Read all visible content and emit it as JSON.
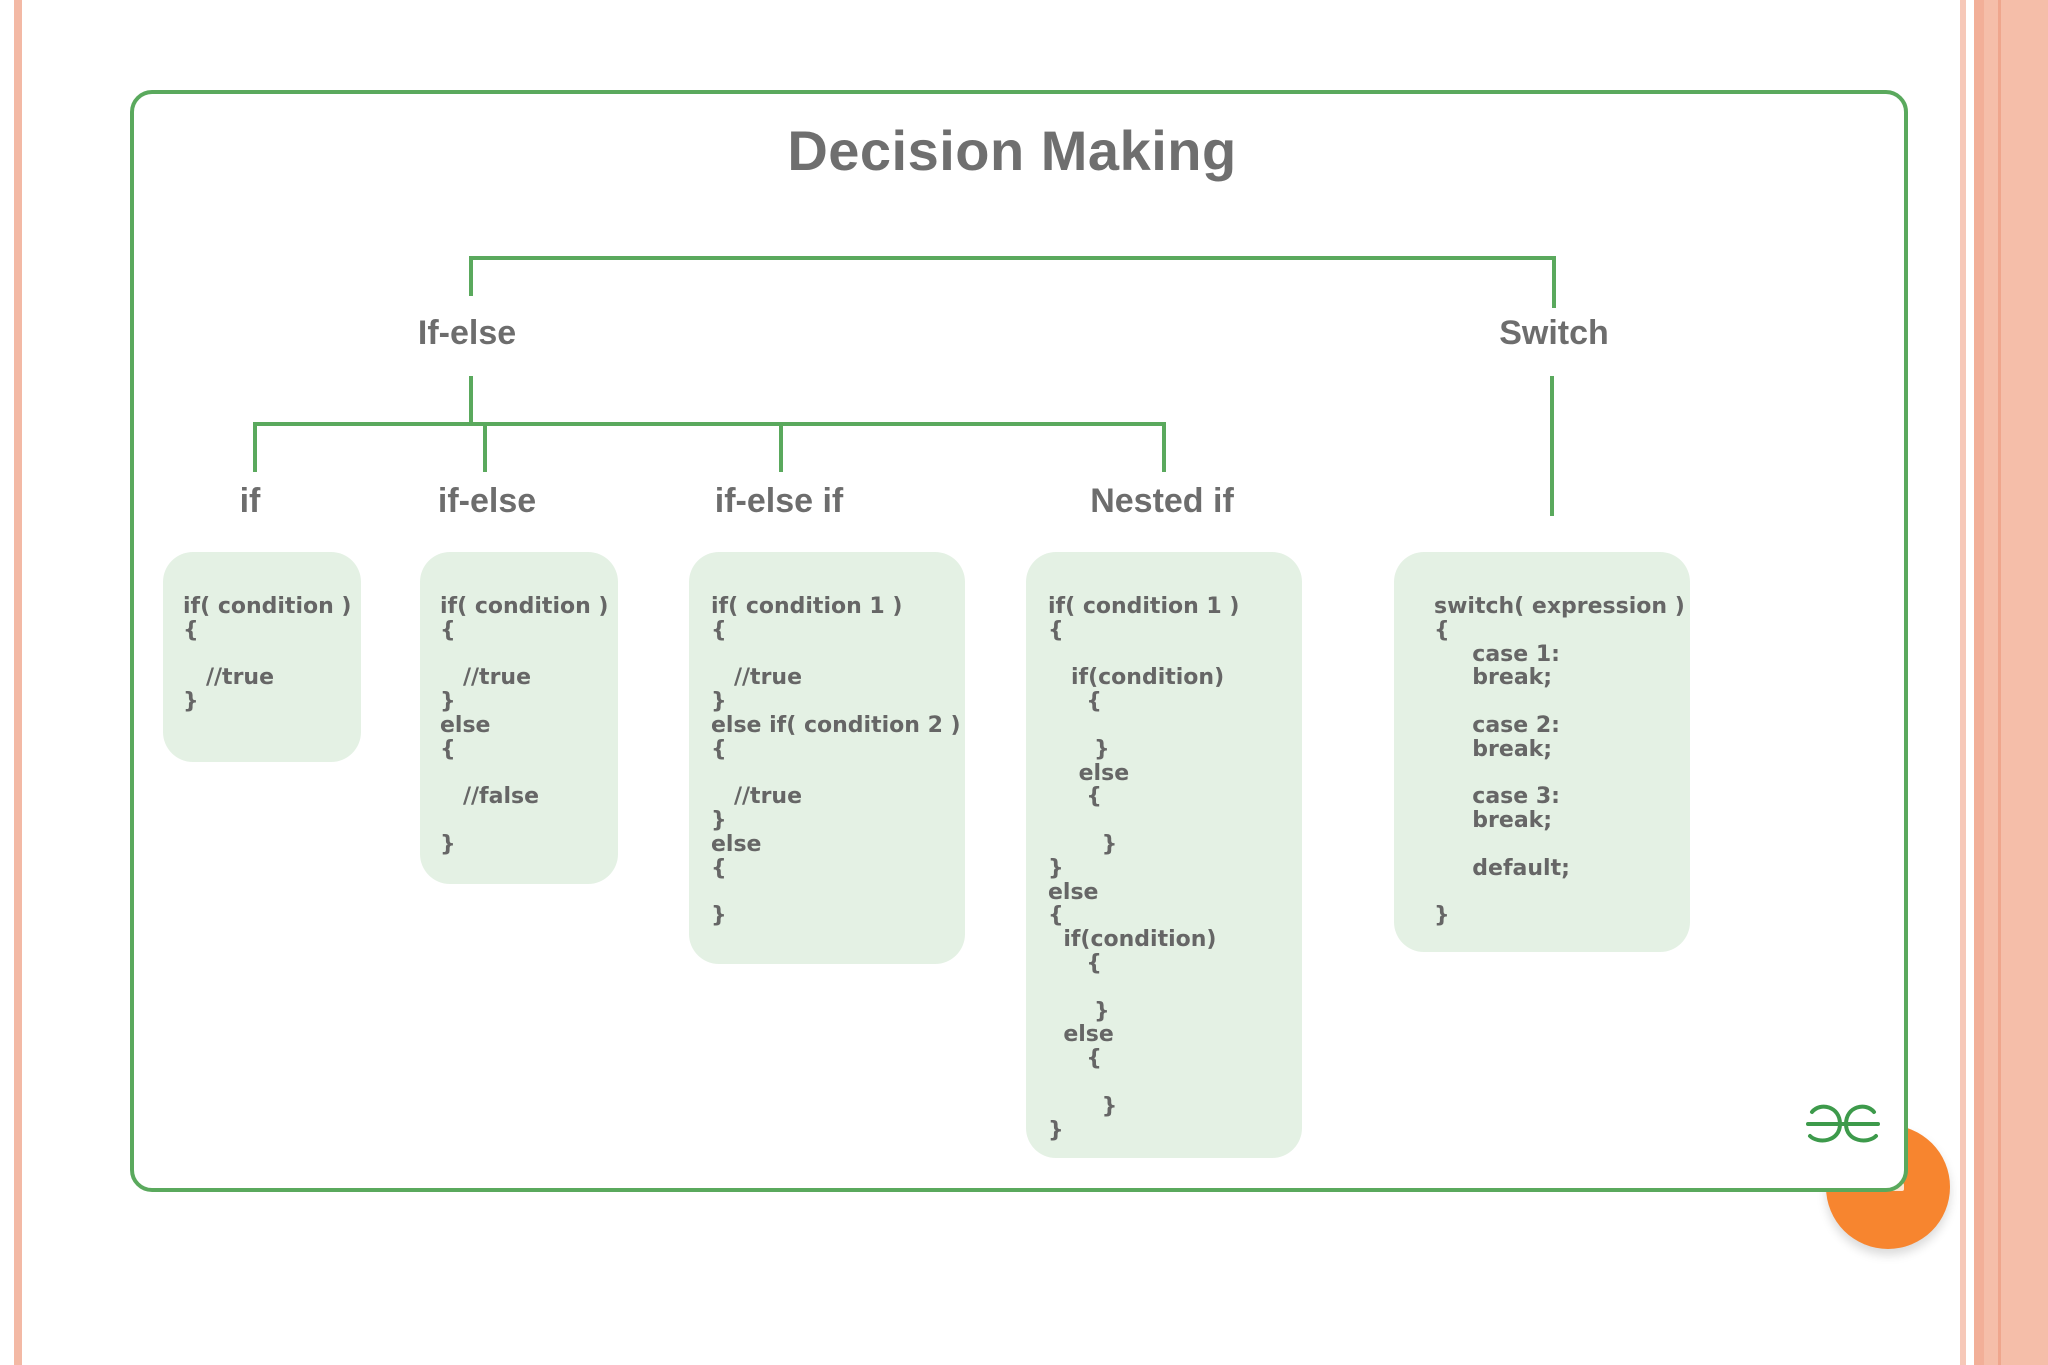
{
  "title": "Decision Making",
  "branches": {
    "ifelse": "If-else",
    "switch": "Switch"
  },
  "subtypes": [
    {
      "label": "if",
      "code": "if( condition )\n{\n\n   //true\n}"
    },
    {
      "label": "if-else",
      "code": "if( condition )\n{\n\n   //true\n}\nelse\n{\n\n   //false\n\n}"
    },
    {
      "label": "if-else if",
      "code": "if( condition 1 )\n{\n\n   //true\n}\nelse if( condition 2 )\n{\n\n   //true\n}\nelse\n{\n\n}"
    },
    {
      "label": "Nested if",
      "code": "if( condition 1 )\n{\n\n   if(condition)\n     {\n\n      }\n    else\n     {\n\n       }\n}\nelse\n{\n  if(condition)\n     {\n\n      }\n  else\n     {\n\n       }\n}"
    }
  ],
  "switch_code": "switch( expression )\n{\n     case 1:\n     break;\n\n     case 2:\n     break;\n\n     case 3:\n     break;\n\n     default;\n\n}",
  "logo": "GG-logo-icon",
  "colors": {
    "frame": "#5aa95d",
    "box": "#e4f1e4",
    "text": "#6d6d6d",
    "accent": "#f7852f"
  }
}
